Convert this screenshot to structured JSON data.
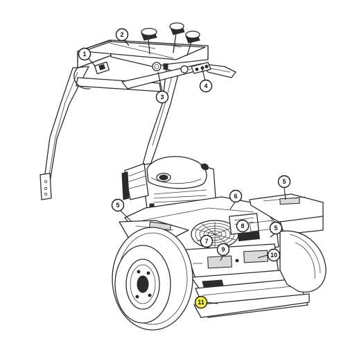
{
  "colors": {
    "line": "#2b2b2b",
    "callout_fill": "#ffffff",
    "highlight_fill": "#f2ef3a"
  },
  "callouts": [
    {
      "id": "1",
      "label": "1",
      "highlighted": false
    },
    {
      "id": "2",
      "label": "2",
      "highlighted": false
    },
    {
      "id": "3",
      "label": "3",
      "highlighted": false
    },
    {
      "id": "4",
      "label": "4",
      "highlighted": false
    },
    {
      "id": "5a",
      "label": "5",
      "highlighted": false
    },
    {
      "id": "5b",
      "label": "5",
      "highlighted": false
    },
    {
      "id": "5c",
      "label": "5",
      "highlighted": false
    },
    {
      "id": "6",
      "label": "6",
      "highlighted": false
    },
    {
      "id": "7",
      "label": "7",
      "highlighted": false
    },
    {
      "id": "8",
      "label": "8",
      "highlighted": false
    },
    {
      "id": "9",
      "label": "9",
      "highlighted": false
    },
    {
      "id": "10",
      "label": "10",
      "highlighted": false
    },
    {
      "id": "11",
      "label": "11",
      "highlighted": true
    }
  ]
}
